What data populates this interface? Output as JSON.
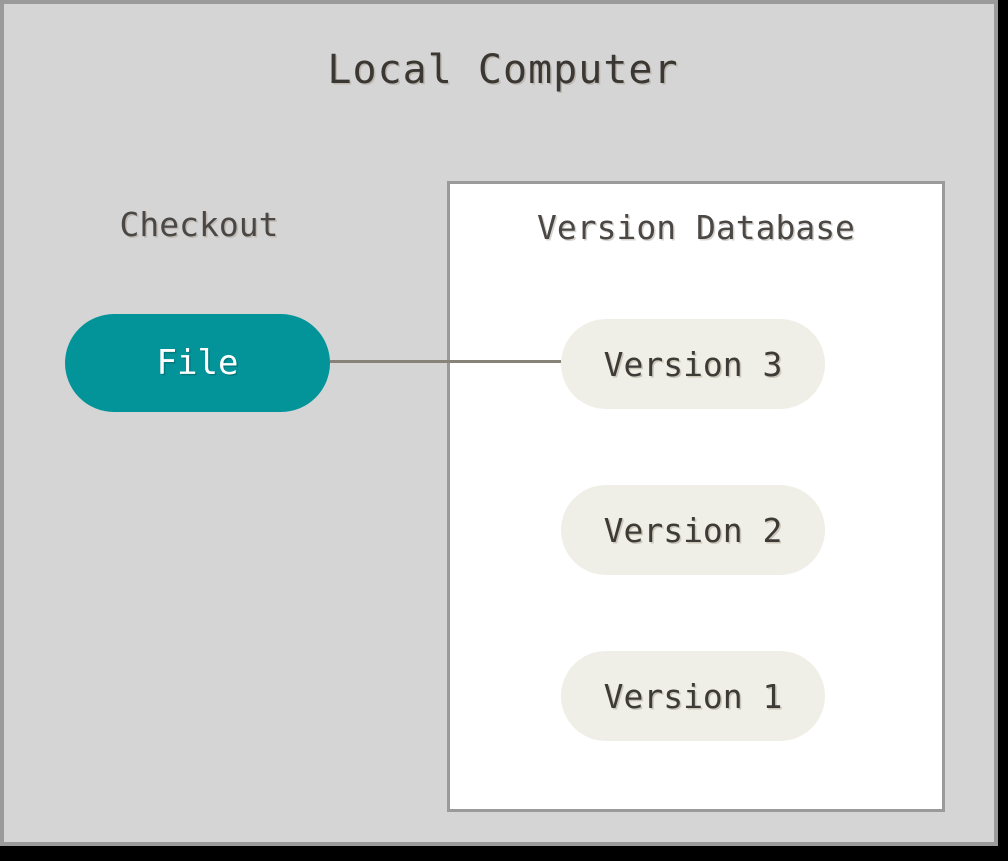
{
  "diagram": {
    "title": "Local Computer",
    "type": "local-version-control-diagram",
    "colors": {
      "canvas_background": "#d5d5d5",
      "frame_border": "#9a9a9a",
      "panel_background": "#ffffff",
      "panel_border": "#9a9a9a",
      "checkout_node_fill": "#029499",
      "checkout_node_text": "#ffffff",
      "version_node_fill": "#efefe7",
      "version_node_text": "#3e3b37",
      "connector": "#878378",
      "title_text": "#3b3733"
    }
  },
  "checkout": {
    "label": "Checkout",
    "node_label": "File"
  },
  "database": {
    "title": "Version Database",
    "versions": [
      {
        "label": "Version 3"
      },
      {
        "label": "Version 2"
      },
      {
        "label": "Version 1"
      }
    ]
  },
  "connectors": [
    {
      "name": "file-to-version-3",
      "orientation": "horizontal"
    },
    {
      "name": "version-3-to-version-2",
      "orientation": "vertical"
    },
    {
      "name": "version-2-to-version-1",
      "orientation": "vertical"
    }
  ]
}
